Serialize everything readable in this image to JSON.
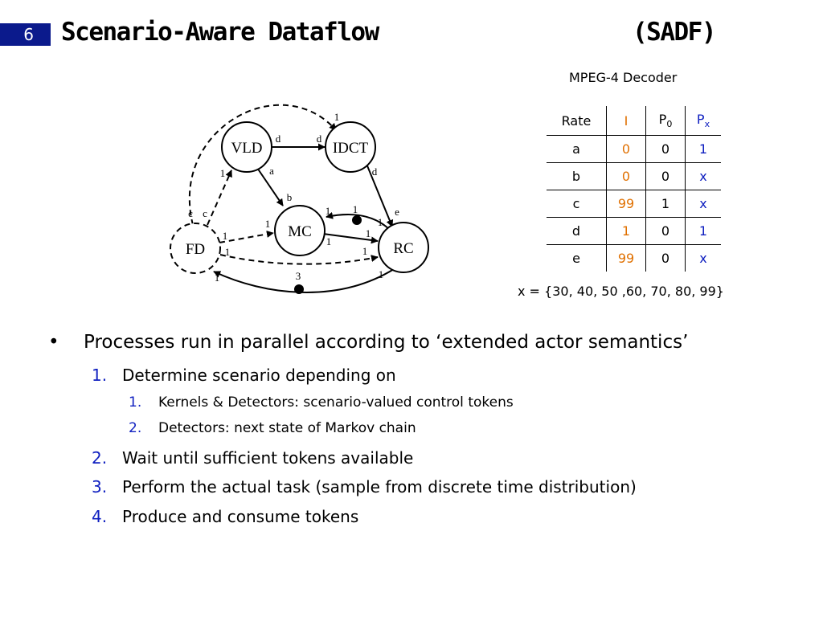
{
  "slide": {
    "number": "6",
    "title_main": "Scenario-Aware Dataflow",
    "title_abbr": "(SADF)"
  },
  "table": {
    "caption": "MPEG-4 Decoder",
    "headers": {
      "rate": "Rate",
      "i": "I",
      "p0_base": "P",
      "p0_sub": "0",
      "px_base": "P",
      "px_sub": "x"
    },
    "rows": [
      [
        "a",
        "0",
        "0",
        "1"
      ],
      [
        "b",
        "0",
        "0",
        "x"
      ],
      [
        "c",
        "99",
        "1",
        "x"
      ],
      [
        "d",
        "1",
        "0",
        "1"
      ],
      [
        "e",
        "99",
        "0",
        "x"
      ]
    ],
    "footnote": "x = {30, 40, 50 ,60, 70, 80, 99}"
  },
  "diagram": {
    "nodes": {
      "vld": "VLD",
      "idct": "IDCT",
      "mc": "MC",
      "rc": "RC",
      "fd": "FD"
    },
    "labels": {
      "fd_idct_in": "1",
      "vld_idct_out": "d",
      "vld_idct_in": "d",
      "vld_fd_in": "1",
      "vld_mc_out": "a",
      "idct_rc_out": "d",
      "vld_mc_in": "b",
      "fd_left_c": "c",
      "fd_right_c": "c",
      "rc_mc_out": "1",
      "rc_mc_token": "1",
      "rc_mc_in": "1",
      "idct_rc_in": "e",
      "fd_mc_out": "1",
      "fd_mc_in": "1",
      "mc_rc_out": "1",
      "mc_rc_in": "1",
      "fd_rc_out": "1",
      "fd_rc_in": "1",
      "rc_fd_in": "1",
      "rc_fd_token": "3",
      "rc_fd_out": "1"
    }
  },
  "bullets": {
    "main": "Processes run in parallel according to ‘extended actor semantics’",
    "mark": "•",
    "items": [
      {
        "num": "1.",
        "text": "Determine scenario depending on"
      },
      {
        "num": "1.",
        "text": "Kernels & Detectors: scenario-valued control tokens"
      },
      {
        "num": "2.",
        "text": "Detectors: next state of Markov chain"
      },
      {
        "num": "2.",
        "text": "Wait until sufficient tokens available"
      },
      {
        "num": "3.",
        "text": "Perform the actual task (sample from discrete time distribution)"
      },
      {
        "num": "4.",
        "text": "Produce and consume tokens"
      }
    ]
  },
  "colors": {
    "slide_number_bg": "#0b1a8c",
    "numbering_blue": "#1020c0",
    "orange": "#e07000"
  }
}
